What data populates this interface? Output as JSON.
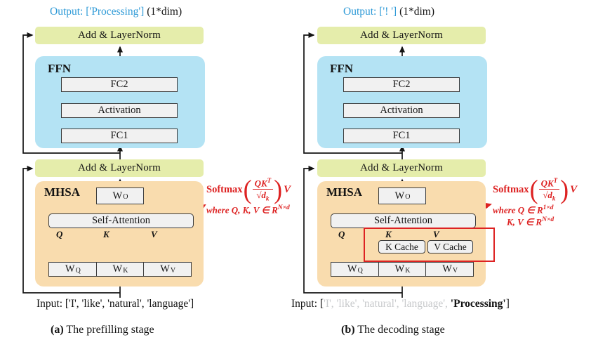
{
  "colors": {
    "addnorm_bg": "#e5edab",
    "ffn_bg": "#b4e3f4",
    "mhsa_bg": "#f9dcae",
    "box_bg": "#f1f1f1",
    "box_border": "#3c3c3c",
    "red": "#dd2222",
    "blue": "#2e9ad7",
    "gray": "#c8cacc",
    "ink": "#141414"
  },
  "labels": {
    "add_layernorm": "Add & LayerNorm",
    "ffn": "FFN",
    "fc2": "FC2",
    "activation": "Activation",
    "fc1": "FC1",
    "mhsa": "MHSA",
    "self_attention": "Self-Attention",
    "w": "W",
    "sub_o": "O",
    "sub_q": "Q",
    "sub_k": "K",
    "sub_v": "V",
    "q": "Q",
    "k": "K",
    "v": "V",
    "k_cache": "K Cache",
    "v_cache": "V Cache",
    "formula_softmax": "Softmax",
    "formula_num_base": "QK",
    "formula_num_sup": "T",
    "formula_den_base": "√d",
    "formula_den_sub": "k",
    "formula_v": "V",
    "paren_open": "(",
    "paren_close": ")"
  },
  "panels": [
    {
      "output_highlight": "Output: ['Processing']",
      "output_rest": " (1*dim)",
      "where1_base": "where Q, K, V ∈ R",
      "where1_sup": "N×d",
      "input_full": "Input: ['I', 'like', 'natural', 'language']",
      "caption_bold": "(a)",
      "caption_rest": " The prefilling stage"
    },
    {
      "output_highlight": "Output: ['! ']",
      "output_rest": " (1*dim)",
      "where1_base": "where Q ∈ R",
      "where1_sup": "1×d",
      "where2_base": "K, V ∈ R",
      "where2_sup": "N×d",
      "input_prefix": "Input: [",
      "input_gray": "'I', 'like', 'natural', 'language', ",
      "input_bold": "'Processing'",
      "input_suffix": "]",
      "caption_bold": "(b)",
      "caption_rest": " The decoding stage"
    }
  ]
}
